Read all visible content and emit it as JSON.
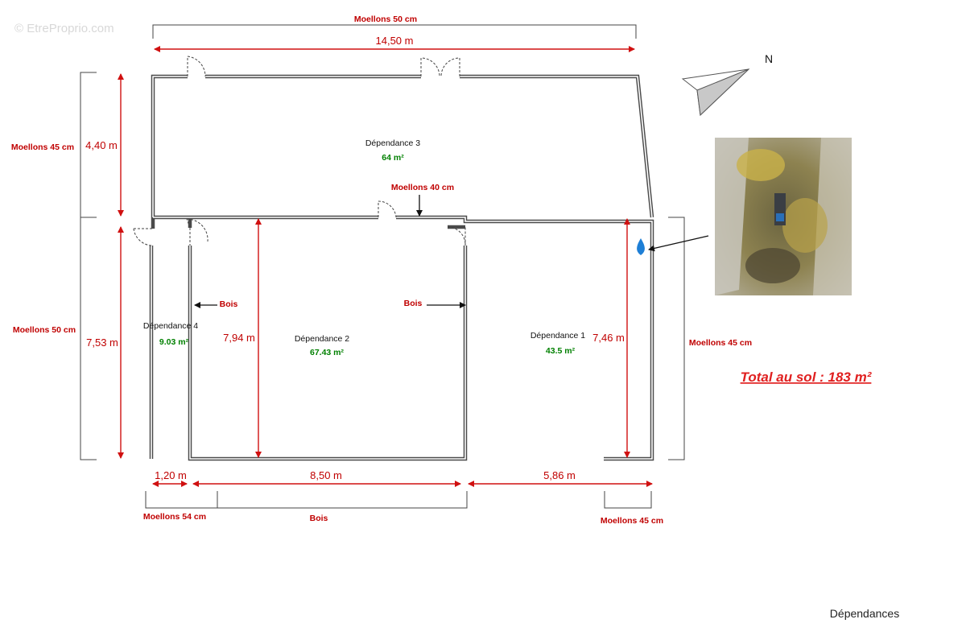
{
  "watermark": "© EtreProprio.com",
  "page_title": "Dépendances",
  "north_label": "N",
  "total": "Total au sol : 183 m²",
  "materials": {
    "top": "Moellons 50 cm",
    "left_upper": "Moellons 45 cm",
    "left_lower": "Moellons 50 cm",
    "middle_wall": "Moellons 40 cm",
    "right": "Moellons 45 cm",
    "bottom_left": "Moellons 54 cm",
    "bottom_middle": "Bois",
    "bottom_right": "Moellons 45 cm",
    "inner_left": "Bois",
    "inner_right": "Bois"
  },
  "dimensions": {
    "top_width": "14,50 m",
    "upper_height": "4,40 m",
    "lower_height": "7,53 m",
    "dep2_height": "7,94 m",
    "dep1_height": "7,46 m",
    "bottom_left": "1,20 m",
    "bottom_middle": "8,50 m",
    "bottom_right": "5,86 m"
  },
  "rooms": [
    {
      "name": "Dépendance 3",
      "area": "64 m²"
    },
    {
      "name": "Dépendance 4",
      "area": "9.03 m²"
    },
    {
      "name": "Dépendance 2",
      "area": "67.43 m²"
    },
    {
      "name": "Dépendance 1",
      "area": "43.5 m²"
    }
  ],
  "colors": {
    "dimension": "#d01010",
    "area": "#008000",
    "wall": "#4a4a4a",
    "water": "#1e7fd6"
  },
  "icons": [
    "compass-arrow-icon",
    "water-drop-icon",
    "meter-photo"
  ]
}
